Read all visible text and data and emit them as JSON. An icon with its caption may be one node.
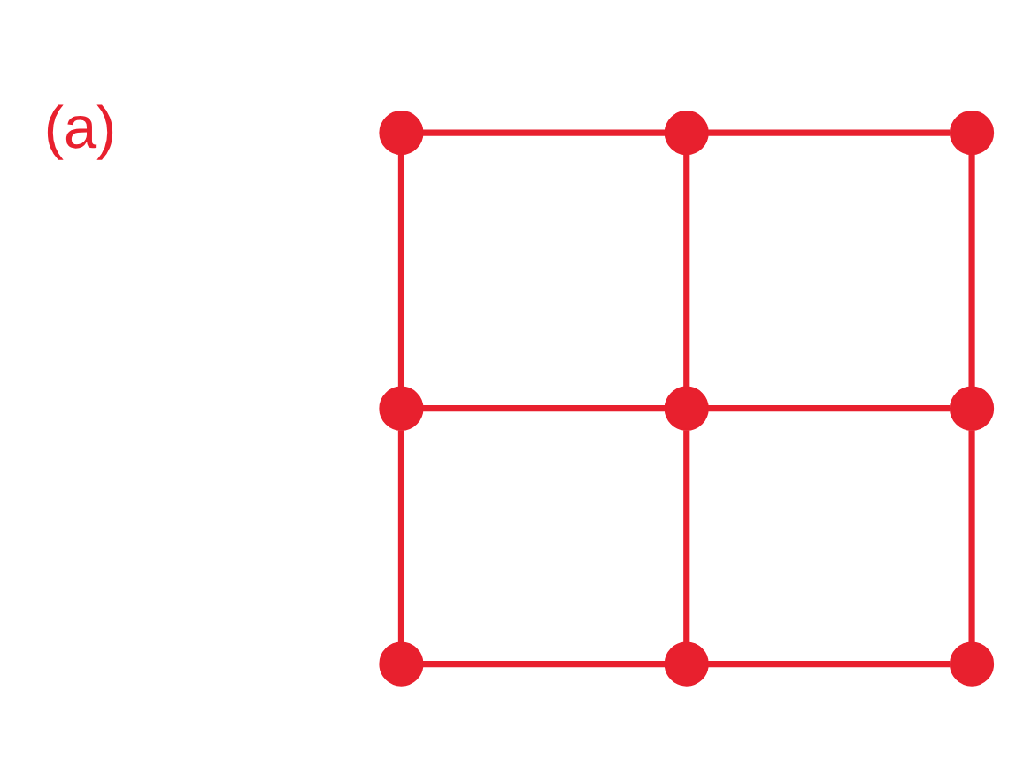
{
  "diagram": {
    "nodes": [
      {
        "text": [],
        "shape": "circle"
      },
      {
        "text": [],
        "shape": "circle"
      },
      {
        "text": [],
        "shape": "circle"
      },
      {
        "text": [],
        "shape": "circle"
      },
      {
        "text": [],
        "shape": "circle"
      },
      {
        "text": [],
        "shape": "circle"
      },
      {
        "text": [],
        "shape": "circle"
      },
      {
        "text": [],
        "shape": "circle"
      },
      {
        "text": [],
        "shape": "circle"
      }
    ],
    "edges": [
      {
        "from": 0,
        "to": 1,
        "arrow": "none"
      },
      {
        "from": 1,
        "to": 2,
        "arrow": "none"
      },
      {
        "from": 0,
        "to": 3,
        "arrow": "none"
      },
      {
        "from": 1,
        "to": 4,
        "arrow": "none"
      },
      {
        "from": 2,
        "to": 5,
        "arrow": "none"
      },
      {
        "from": 3,
        "to": 4,
        "arrow": "none"
      },
      {
        "from": 4,
        "to": 5,
        "arrow": "none"
      },
      {
        "from": 3,
        "to": 6,
        "arrow": "none"
      },
      {
        "from": 4,
        "to": 7,
        "arrow": "none"
      },
      {
        "from": 5,
        "to": 8,
        "arrow": "none"
      },
      {
        "from": 6,
        "to": 7,
        "arrow": "none"
      },
      {
        "from": 7,
        "to": 8,
        "arrow": "none"
      }
    ],
    "labels": [
      "(a)"
    ]
  }
}
